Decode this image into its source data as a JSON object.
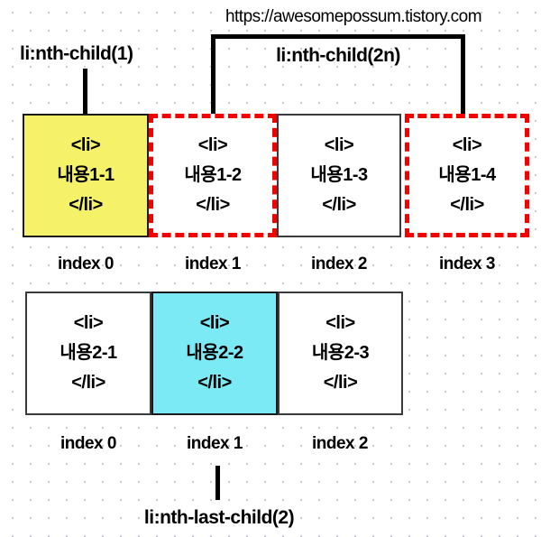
{
  "watermark": "https://awesomepossum.tistory.com",
  "labels": {
    "nth_child_1": "li:nth-child(1)",
    "nth_child_2n": "li:nth-child(2n)",
    "nth_last_child_2": "li:nth-last-child(2)"
  },
  "colors": {
    "highlight_yellow": "#f5f26a",
    "highlight_cyan": "#7ceaf5",
    "selector_red": "#f40000",
    "connector_black": "#000000",
    "grid_dot": "#c7cbdd"
  },
  "row1": {
    "items": [
      {
        "lines": [
          "<li>",
          "내용1-1",
          "</li>"
        ],
        "index_label": "index 0",
        "highlight": "yellow",
        "border": "solid-black"
      },
      {
        "lines": [
          "<li>",
          "내용1-2",
          "</li>"
        ],
        "index_label": "index 1",
        "highlight": "none",
        "border": "dashed-red"
      },
      {
        "lines": [
          "<li>",
          "내용1-3",
          "</li>"
        ],
        "index_label": "index 2",
        "highlight": "none",
        "border": "solid-thin"
      },
      {
        "lines": [
          "<li>",
          "내용1-4",
          "</li>"
        ],
        "index_label": "index 3",
        "highlight": "none",
        "border": "dashed-red"
      }
    ]
  },
  "row2": {
    "items": [
      {
        "lines": [
          "<li>",
          "내용2-1",
          "</li>"
        ],
        "index_label": "index 0",
        "highlight": "none",
        "border": "solid-thin"
      },
      {
        "lines": [
          "<li>",
          "내용2-2",
          "</li>"
        ],
        "index_label": "index 1",
        "highlight": "cyan",
        "border": "solid-black"
      },
      {
        "lines": [
          "<li>",
          "내용2-3",
          "</li>"
        ],
        "index_label": "index 2",
        "highlight": "none",
        "border": "solid-thin"
      }
    ]
  }
}
